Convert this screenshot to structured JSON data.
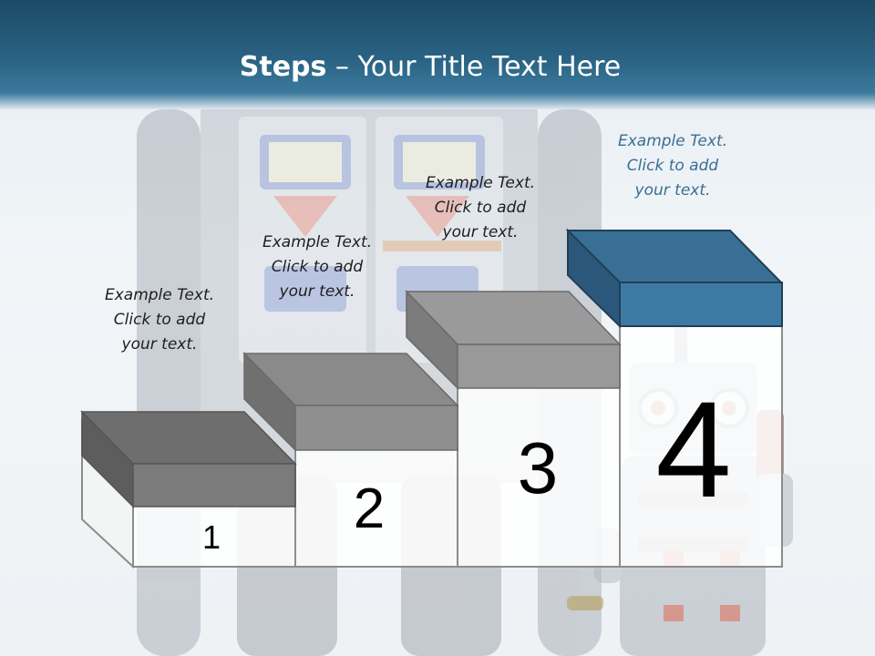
{
  "slide": {
    "title_bold": "Steps",
    "title_rest": " – Your Title Text Here"
  },
  "steps": [
    {
      "number": "1",
      "text": [
        "Example Text.",
        "Click  to add",
        "your text."
      ]
    },
    {
      "number": "2",
      "text": [
        "Example Text.",
        "Click  to add",
        "your text."
      ]
    },
    {
      "number": "3",
      "text": [
        "Example Text.",
        "Click  to add",
        "your text."
      ]
    },
    {
      "number": "4",
      "text": [
        "Example Text.",
        "Click  to add",
        "your text."
      ]
    }
  ],
  "colors": {
    "header": "#2a6384",
    "step_gray_top": "#666666",
    "step_gray_front": "#7a7a7a",
    "step_light_top": "#8a8a8a",
    "step_highlight_top": "#2f6488",
    "step_highlight_front": "#3d7aa3",
    "highlight_text": "#3a6f92"
  }
}
